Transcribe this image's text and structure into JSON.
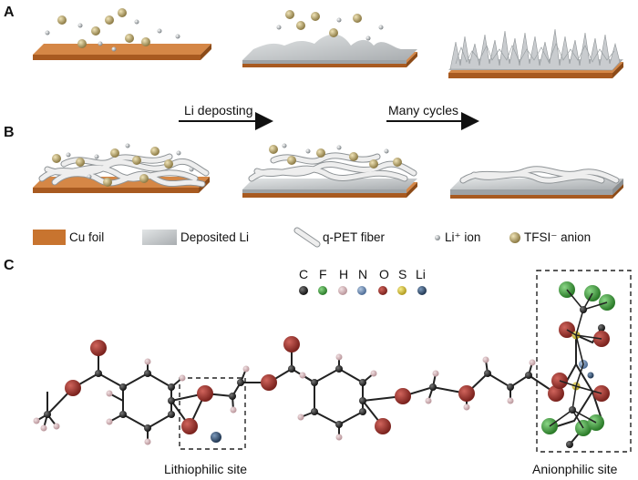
{
  "panels": {
    "a": "A",
    "b": "B",
    "c": "C"
  },
  "arrows": {
    "step1": "Li deposting",
    "step2": "Many cycles"
  },
  "legend": {
    "cu_foil": "Cu foil",
    "deposited_li": "Deposited Li",
    "fiber": "q-PET fiber",
    "li_ion": "Li⁺ ion",
    "anion": "TFSI⁻ anion"
  },
  "elements": {
    "C": "C",
    "F": "F",
    "H": "H",
    "N": "N",
    "O": "O",
    "S": "S",
    "Li": "Li"
  },
  "sites": {
    "lithiophilic": "Lithiophilic site",
    "anionphilic": "Anionphilic site"
  },
  "colors": {
    "copper": "#c8742f",
    "lithium": "#c4c7c9",
    "carbon": "#222222",
    "fluorine": "#3c9a3a",
    "hydrogen": "#d9b9bd",
    "nitrogen": "#6f8fb5",
    "oxygen": "#a3332c",
    "sulfur": "#d8c43a",
    "li_atom": "#35506e",
    "anion": "#b9a56b"
  }
}
